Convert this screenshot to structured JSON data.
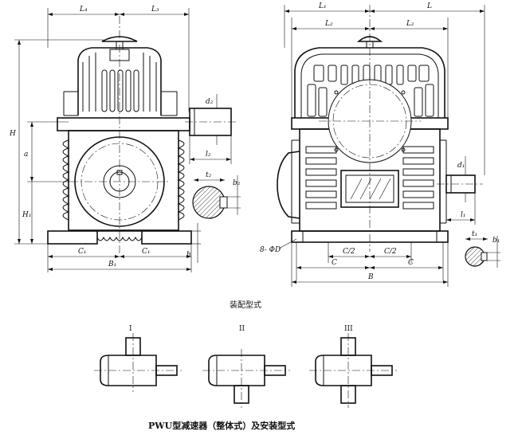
{
  "caption": "装配型式",
  "title": "PWU型减速器（整体式）及安装型式",
  "left_view": {
    "dims": {
      "L4": "L₄",
      "L3": "L₃",
      "H": "H",
      "a": "a",
      "H1": "H₁",
      "d2": "d₂",
      "l2": "l₂",
      "t2": "t₂",
      "b2": "b₂",
      "C1_left": "C₁",
      "C1_right": "C₁",
      "B1": "B₁",
      "h": "h"
    }
  },
  "right_view": {
    "dims": {
      "L1": "L₁",
      "L": "L",
      "L2_left": "L₂",
      "L2_right": "L₂",
      "d1": "d₁",
      "l1": "l₁",
      "t1": "t₁",
      "b1": "b₁",
      "bolt": "8- ΦD",
      "C_half_left": "C/2",
      "C_half_right": "C/2",
      "C_left": "C",
      "C_right": "C",
      "B": "B"
    }
  },
  "assembly_types": [
    {
      "label": "I"
    },
    {
      "label": "II"
    },
    {
      "label": "III"
    }
  ]
}
